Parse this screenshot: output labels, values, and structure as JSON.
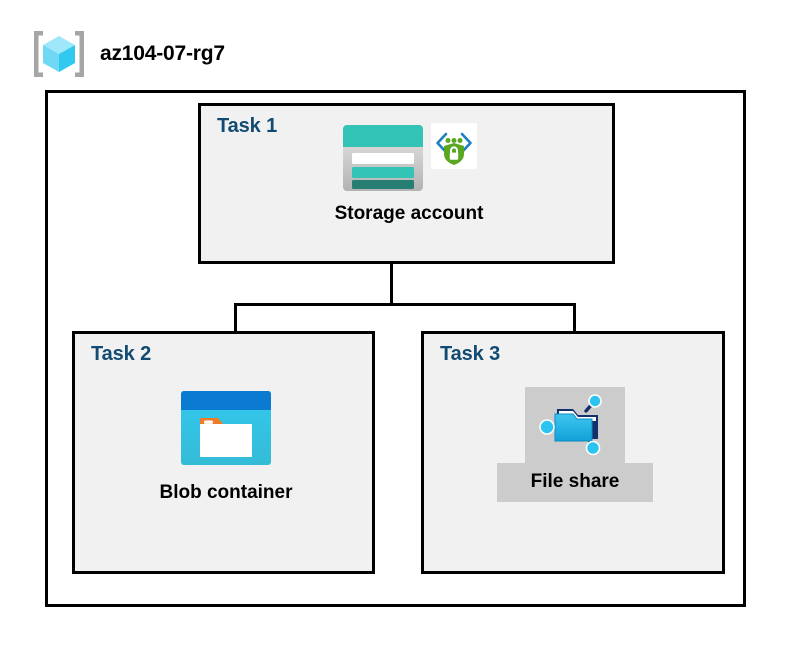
{
  "header": {
    "resource_group_name": "az104-07-rg7",
    "icon": "azure-resource-group-icon"
  },
  "diagram": {
    "type": "hierarchy",
    "root": "Storage account",
    "boundary_label": "az104-07-rg7",
    "colors": {
      "task_label": "#114a72",
      "task_box_fill": "#f1f1f1",
      "border": "#000000",
      "selection_highlight": "#cccccc",
      "storage_teal": "#34c4b5",
      "storage_teal_dark": "#277e72",
      "blob_blue": "#0078d4",
      "blob_cyan": "#32c5e8",
      "blob_orange": "#f07c28",
      "fileshare_cyan": "#2bb8e8",
      "shield_green": "#5aa822",
      "bracket_blue": "#0f76bc"
    }
  },
  "tasks": [
    {
      "id": "task-1",
      "label": "Task 1",
      "node": {
        "caption": "Storage account",
        "icons": [
          "storage-account-icon",
          "secure-endpoint-shield-icon"
        ],
        "highlighted": false
      }
    },
    {
      "id": "task-2",
      "label": "Task 2",
      "node": {
        "caption": "Blob container",
        "icons": [
          "blob-container-icon"
        ],
        "highlighted": false
      }
    },
    {
      "id": "task-3",
      "label": "Task 3",
      "node": {
        "caption": "File share",
        "icons": [
          "file-share-icon"
        ],
        "highlighted": true
      }
    }
  ],
  "connections": [
    {
      "from": "Storage account",
      "to": "Blob container"
    },
    {
      "from": "Storage account",
      "to": "File share"
    }
  ]
}
